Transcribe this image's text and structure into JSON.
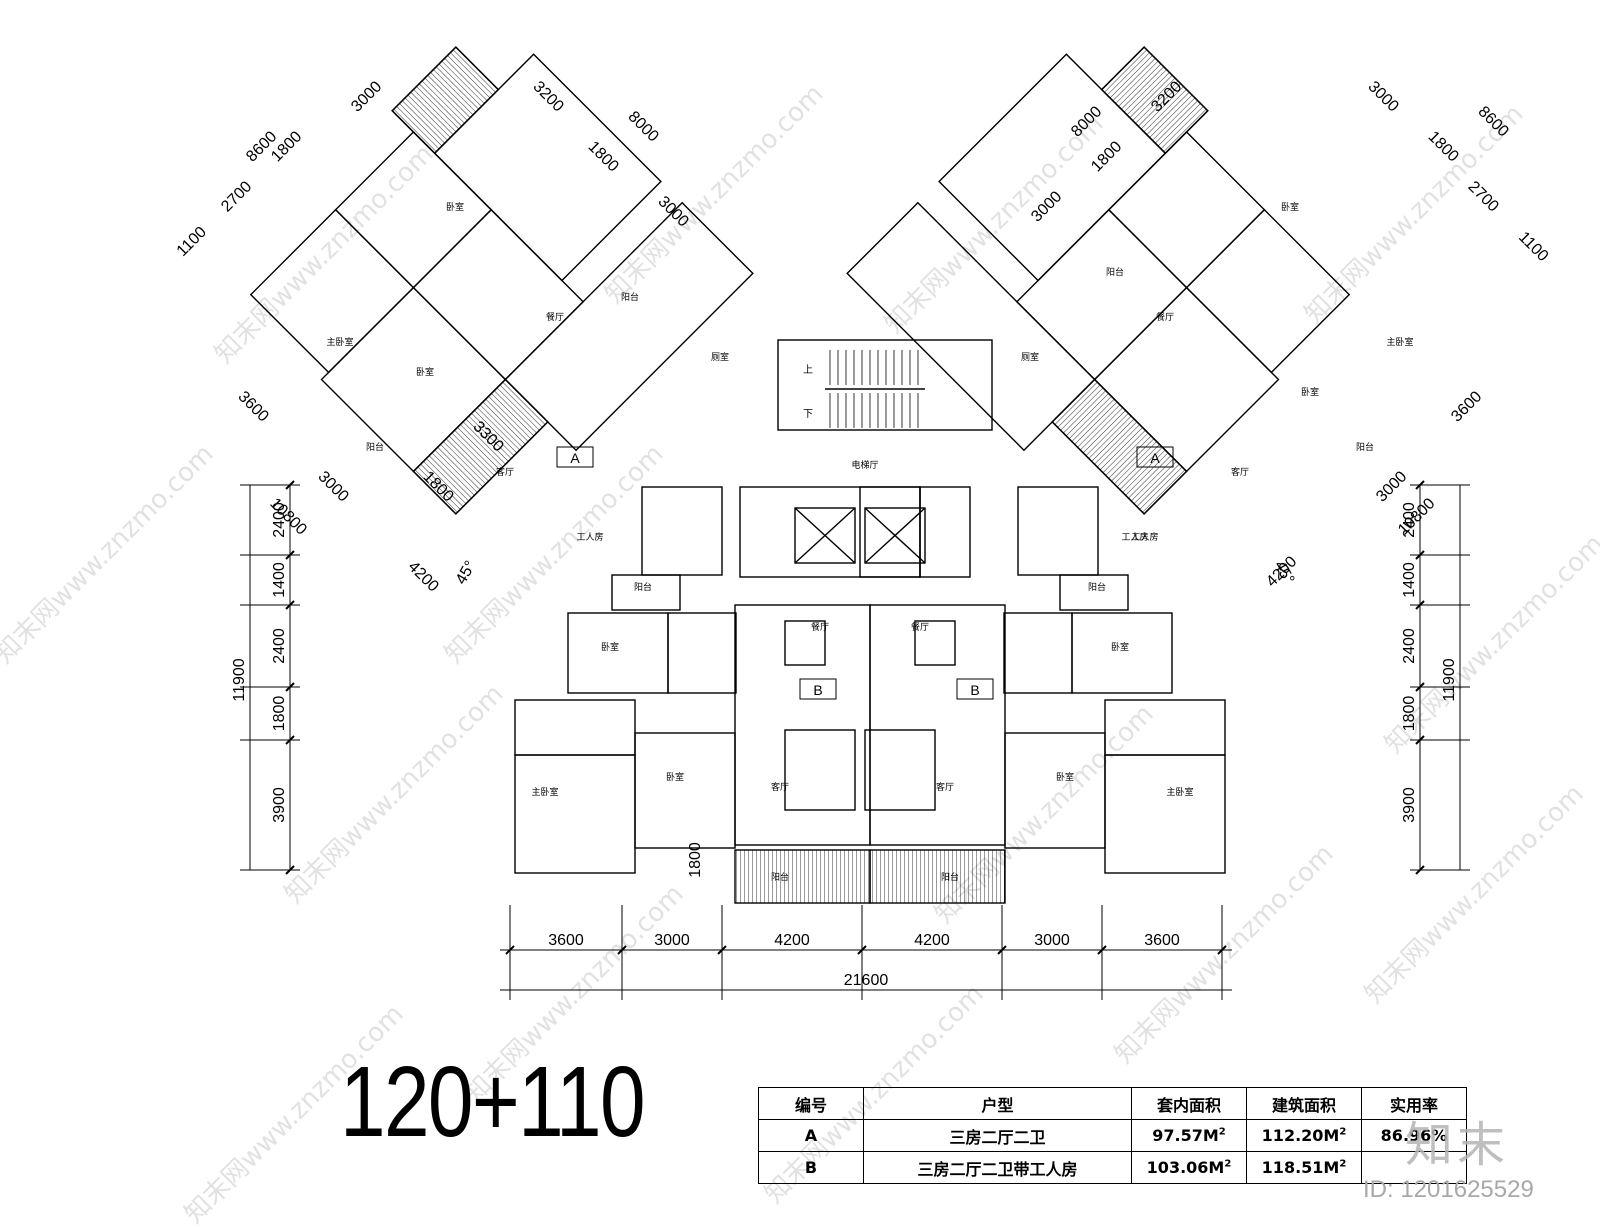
{
  "title": "120+110",
  "dimensions": {
    "bottom_segments": [
      "3600",
      "3000",
      "4200",
      "4200",
      "3000",
      "3600"
    ],
    "bottom_total": "21600",
    "left_vertical_segments": [
      "2400",
      "1400",
      "2400",
      "1800",
      "3900"
    ],
    "left_vertical_total": "11900",
    "right_vertical_segments": [
      "2400",
      "1400",
      "2400",
      "1800",
      "3900"
    ],
    "right_vertical_total": "11900",
    "balcony_depth": "1800",
    "left_wing_top": [
      "3000",
      "1800",
      "2700",
      "1100",
      "8600"
    ],
    "left_wing_top2": [
      "3200",
      "8000",
      "1800",
      "3000"
    ],
    "left_wing_bottom": [
      "3600",
      "3300",
      "3000",
      "1800",
      "4200",
      "10800"
    ],
    "right_wing_top": [
      "3200",
      "8000",
      "1800",
      "3000"
    ],
    "right_wing_top2": [
      "3000",
      "1800",
      "8600",
      "2700",
      "1100"
    ],
    "right_wing_bottom": [
      "3600",
      "3000",
      "10800",
      "4200"
    ],
    "angle": "45°"
  },
  "room_labels": {
    "bedroom": "卧室",
    "master_bedroom": "主卧室",
    "living": "客厅",
    "dining": "餐厅",
    "balcony": "阳台",
    "worker_room": "工人房",
    "elevator_hall": "电梯厅",
    "toilet": "厕室",
    "up": "上",
    "down": "下"
  },
  "unit_labels": {
    "a": "A",
    "b": "B"
  },
  "table": {
    "headers": [
      "编号",
      "户型",
      "套内面积",
      "建筑面积",
      "实用率"
    ],
    "rows": [
      {
        "code": "A",
        "type": "三房二厅二卫",
        "inner_area": "97.57M",
        "building_area": "112.20M",
        "ratio": "86.96%"
      },
      {
        "code": "B",
        "type": "三房二厅二卫带工人房",
        "inner_area": "103.06M",
        "building_area": "118.51M",
        "ratio": ""
      }
    ],
    "area_sup": "2"
  },
  "watermark": {
    "text": "知末网www.znzmo.com",
    "logo": "知末",
    "image_id": "ID: 1201625529"
  }
}
